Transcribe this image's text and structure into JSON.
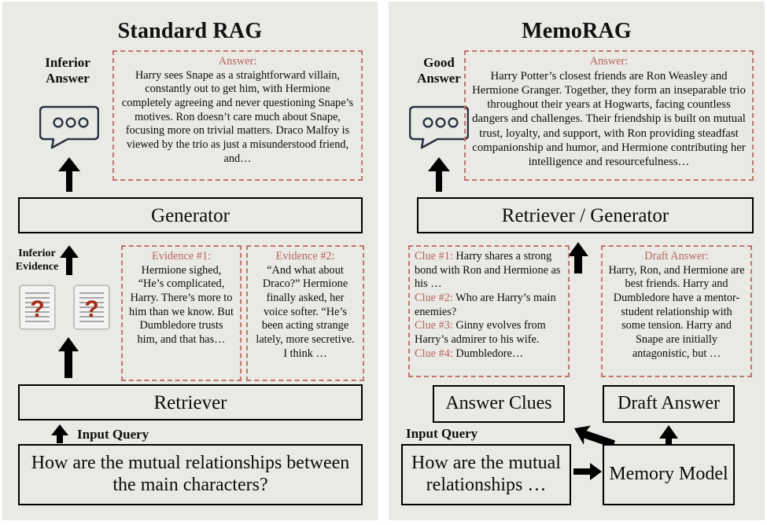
{
  "colors": {
    "panel_bg": "#e9eae5",
    "accent_red": "#b8635b",
    "dashed_border": "#c0756c",
    "box_border": "#000000",
    "doc_question_mark": "#a52a16"
  },
  "left_panel": {
    "title": "Standard RAG",
    "answer_caption": "Inferior\nAnswer",
    "answer_label": "Inferior Answer",
    "answer_box": {
      "caption": "Answer:",
      "text": "Harry sees Snape as a straightforward villain, constantly out to get him, with Hermione completely agreeing and never questioning Snape’s motives. Ron doesn’t care much about Snape, focusing more on trivial matters. Draco Malfoy is viewed by the trio as just a misunderstood friend, and…"
    },
    "generator_box": "Generator",
    "evidence_caption_line1": "Inferior",
    "evidence_caption_line2": "Evidence",
    "evidence": [
      {
        "caption": "Evidence #1:",
        "text": "Hermione sighed, “He’s complicated, Harry. There’s more to him than we know. But Dumbledore trusts him, and that has…"
      },
      {
        "caption": "Evidence #2:",
        "text": "“And what about Draco?” Hermione finally asked, her voice softer. “He’s been acting strange lately, more secretive. I think …"
      }
    ],
    "retriever_box": "Retriever",
    "input_query_label": "Input Query",
    "query_box": "How are the mutual relationships between the main characters?",
    "doc_icons": [
      {
        "name": "document-unknown-1",
        "glyph": "?"
      },
      {
        "name": "document-unknown-2",
        "glyph": "?"
      }
    ],
    "chat_icon": "chat-bubble-icon"
  },
  "right_panel": {
    "title": "MemoRAG",
    "answer_caption_line1": "Good",
    "answer_caption_line2": "Answer",
    "answer_box": {
      "caption": "Answer:",
      "text": "Harry Potter’s closest friends are Ron Weasley and Hermione Granger. Together, they form an inseparable trio throughout their years at Hogwarts, facing countless dangers and challenges. Their friendship is built on mutual trust, loyalty, and support, with Ron providing steadfast companionship and humor, and Hermione contributing her intelligence and resourcefulness…"
    },
    "retriever_generator_box": "Retriever / Generator",
    "clues_box": {
      "clues": [
        {
          "label": "Clue #1:",
          "text": " Harry shares a strong bond with Ron and Hermione as his …"
        },
        {
          "label": "Clue #2:",
          "text": " Who are Harry’s main enemies?"
        },
        {
          "label": "Clue #3:",
          "text": " Ginny evolves from Harry’s admirer to his wife."
        },
        {
          "label": "Clue #4:",
          "text": " Dumbledore…"
        }
      ]
    },
    "draft_box": {
      "caption": "Draft Answer:",
      "text": "Harry, Ron, and Hermione are best friends. Harry and Dumbledore have a mentor-student relationship with some tension. Harry and Snape are initially antagonistic, but …"
    },
    "answer_clues_box": "Answer Clues",
    "draft_answer_box": "Draft Answer",
    "input_query_label": "Input Query",
    "query_box": "How are the mutual relationships …",
    "memory_model_box": "Memory Model",
    "chat_icon": "chat-bubble-icon"
  }
}
